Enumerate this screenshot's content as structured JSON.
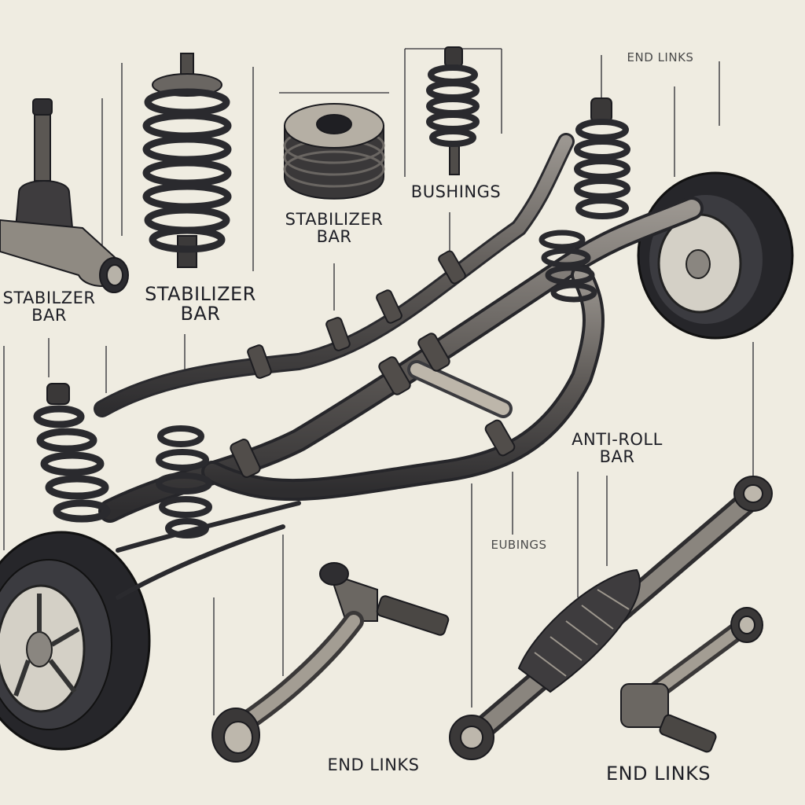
{
  "labels": {
    "end_links_top": "END LINKS",
    "bushings_top": "BUSHINGS",
    "stabilizer_center": "STABILIZER\nBAR",
    "stabilizer_middle": "STABILIZER\nBAR",
    "stabilizer_left": "STABILZER\nBAR",
    "anti_roll": "ANTI-ROLL\nBAR",
    "bushings_faint": "EUBINGS",
    "end_links_bottom_left": "END LINKS",
    "end_links_bottom_right": "END LINKS"
  },
  "colors": {
    "paper": "#efece1",
    "ink": "#22232b",
    "steel": "#6e6a66",
    "rubber": "#2b2b30"
  }
}
